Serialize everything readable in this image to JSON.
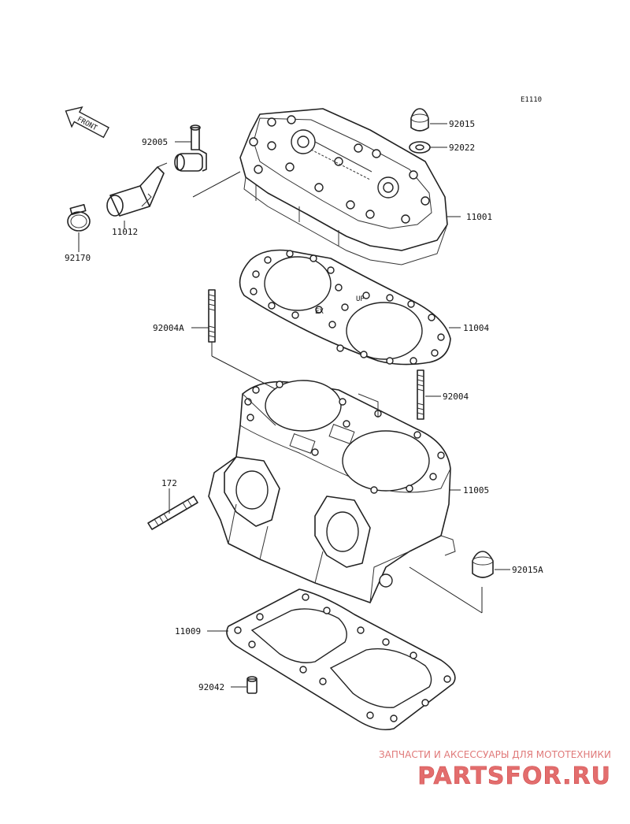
{
  "diagram_code": "E1110",
  "front_label": "FRONT",
  "parts": {
    "p92015": "92015",
    "p92022": "92022",
    "p92005": "92005",
    "p11001": "11001",
    "p11012": "11012",
    "p92170": "92170",
    "p92004A": "92004A",
    "p11004": "11004",
    "p92004": "92004",
    "p172": "172",
    "p11005": "11005",
    "p92015A": "92015A",
    "p11009": "11009",
    "p92042": "92042"
  },
  "gasket_marks": {
    "up": "UP",
    "ex": "EX"
  },
  "watermark": {
    "top": "ЗАПЧАСТИ И АКСЕССУАРЫ ДЛЯ МОТОТЕХНИКИ",
    "brand": "PARTSFOR.RU",
    "color": "#e07a7a"
  }
}
